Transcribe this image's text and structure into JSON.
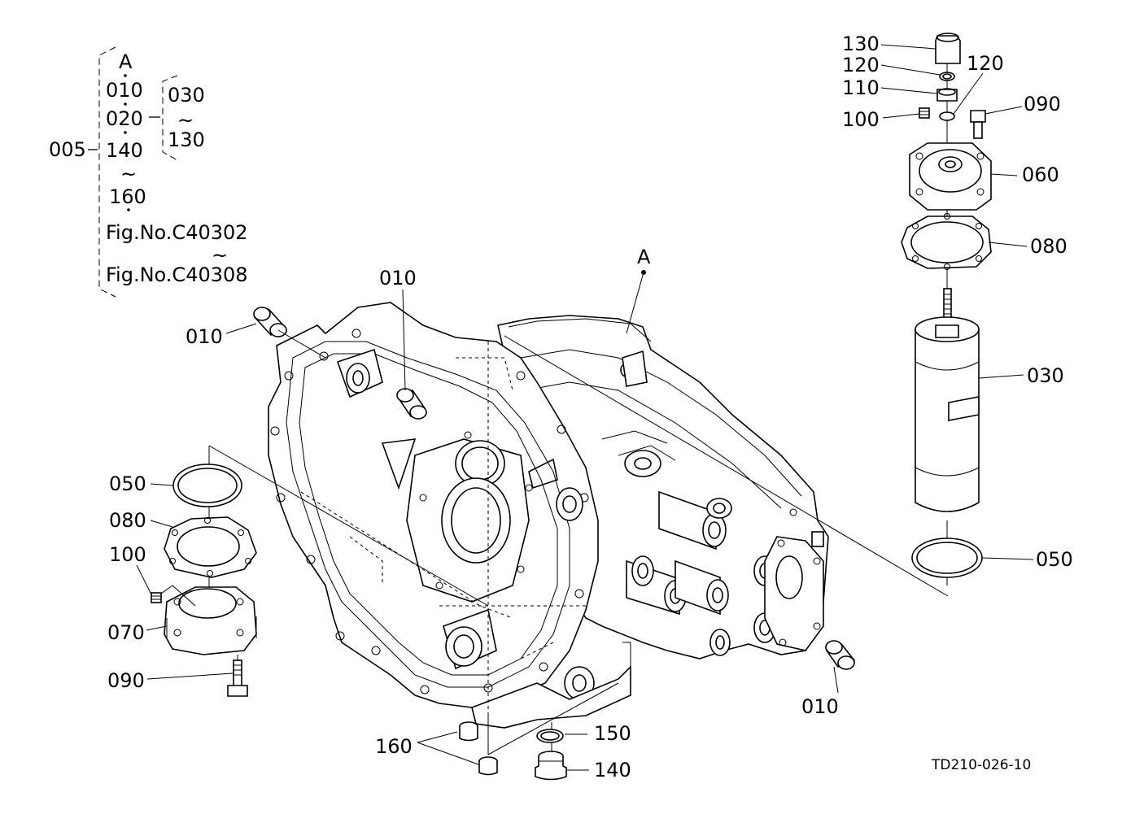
{
  "legend": {
    "root": "005",
    "items": [
      "A",
      "010",
      "020",
      "140",
      "~",
      "160",
      "Fig.No.C40302",
      "~",
      "Fig.No.C40308"
    ],
    "sub_items": [
      "030",
      "~",
      "130"
    ]
  },
  "callouts": {
    "a_top": "A",
    "p010_top": "010",
    "p010_left": "010",
    "p010_right": "010",
    "p050_left": "050",
    "p080_left": "080",
    "p100_left": "100",
    "p070_left": "070",
    "p090_left": "090",
    "p160": "160",
    "p150": "150",
    "p140": "140",
    "p130": "130",
    "p120_a": "120",
    "p120_b": "120",
    "p110": "110",
    "p100_right": "100",
    "p090_right": "090",
    "p060": "060",
    "p080_right": "080",
    "p030": "030",
    "p050_right": "050"
  },
  "drawing_code": "TD210-026-10"
}
